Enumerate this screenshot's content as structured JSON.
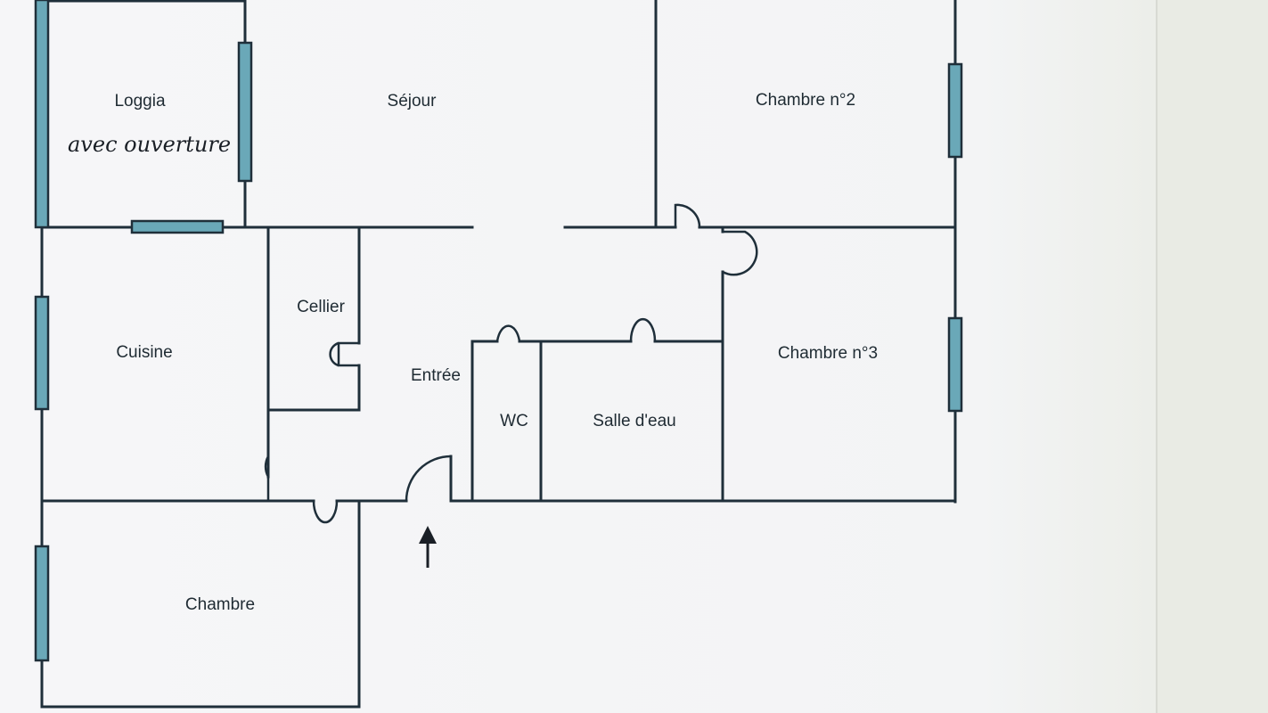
{
  "rooms": {
    "loggia": "Loggia",
    "sejour": "Séjour",
    "chambre2": "Chambre n°2",
    "cellier": "Cellier",
    "cuisine": "Cuisine",
    "entree": "Entrée",
    "wc": "WC",
    "salle_eau": "Salle d'eau",
    "chambre3": "Chambre n°3",
    "chambre": "Chambre"
  },
  "annotation": {
    "handwritten": "avec ouverture"
  },
  "icons": {
    "entrance": "up-arrow-icon"
  },
  "colors": {
    "wall": "#1f2f3a",
    "window_fill": "#6aa8b8",
    "paper": "#f7f7f9",
    "background": "#eef0ea"
  }
}
